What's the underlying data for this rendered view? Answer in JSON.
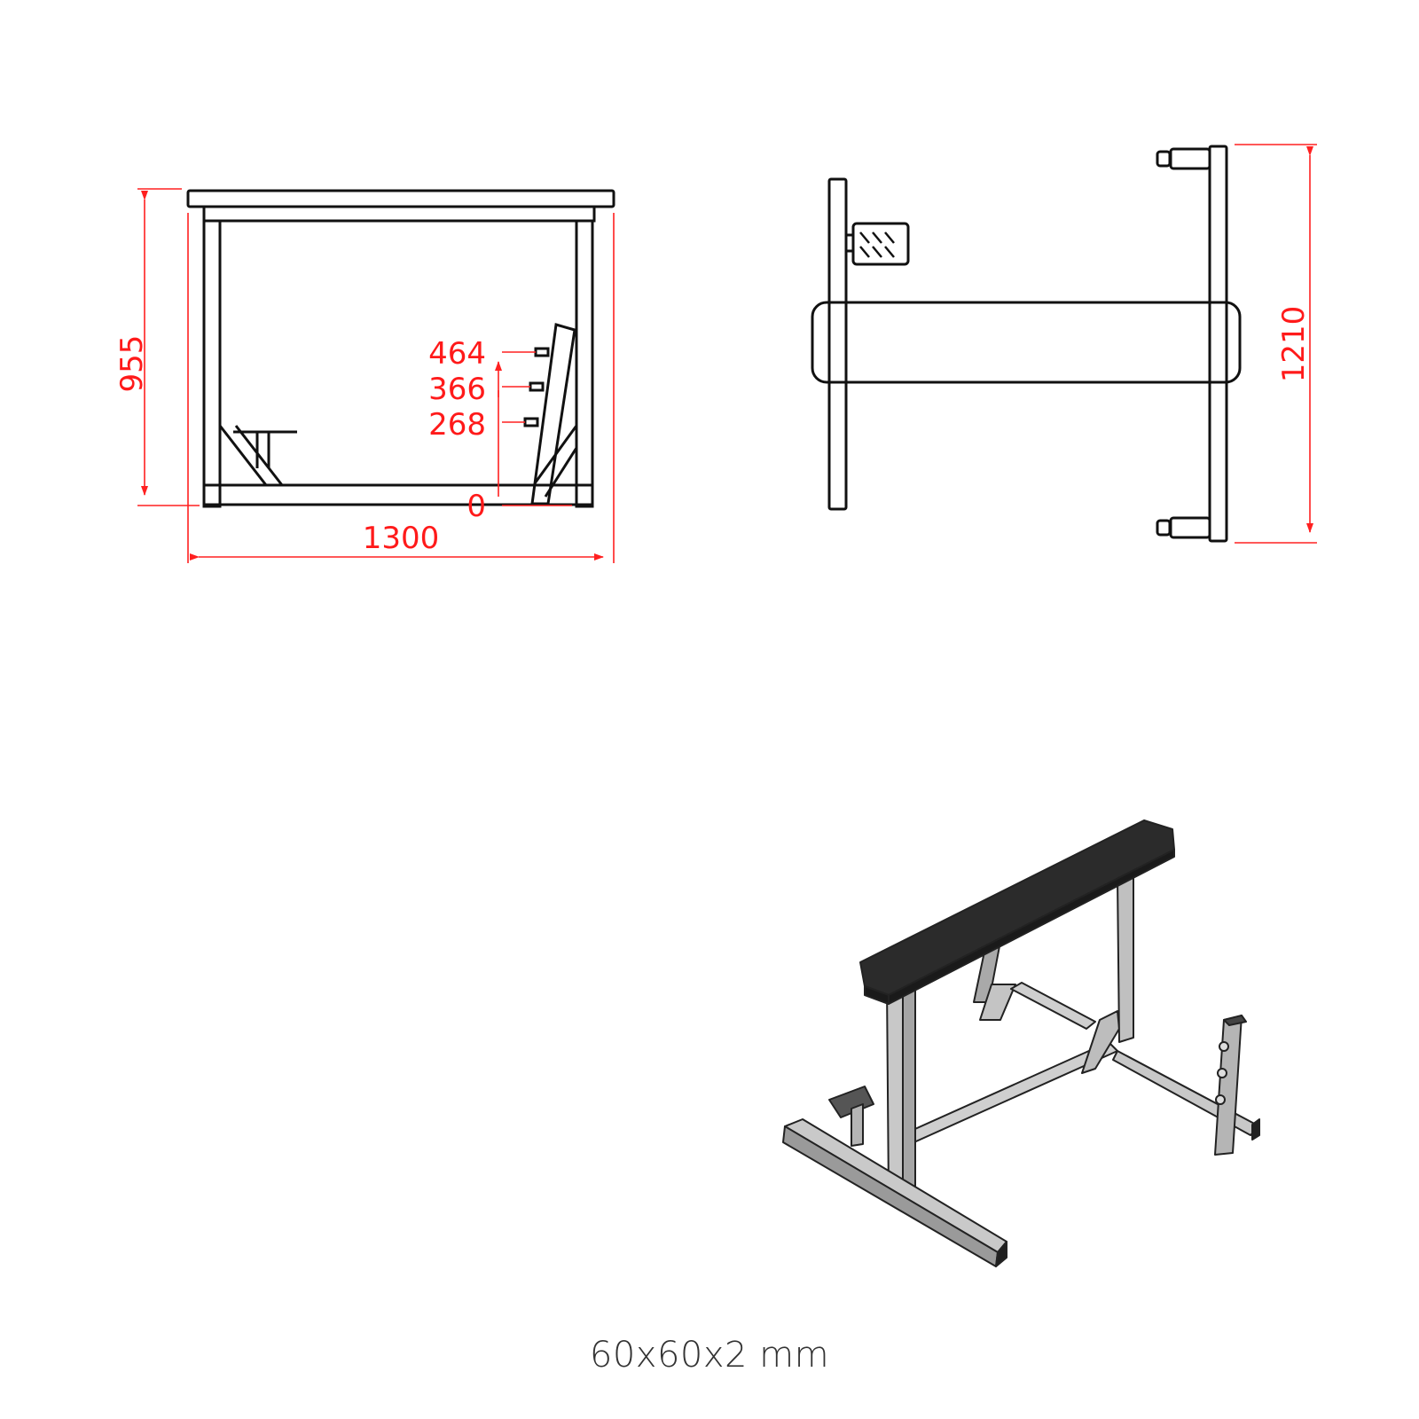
{
  "colors": {
    "dimension": "#ff2020",
    "outline": "#111111",
    "pad": "#2b2b2b",
    "frame": "#b5b5b5",
    "caption": "#333333"
  },
  "side_view": {
    "height_label": "955",
    "width_label": "1300",
    "peg_heights": [
      "464",
      "366",
      "268",
      "0"
    ]
  },
  "top_view": {
    "depth_label": "1210"
  },
  "iso_view": {
    "description": "isometric-bench-render"
  },
  "caption": "60x60x2 mm"
}
